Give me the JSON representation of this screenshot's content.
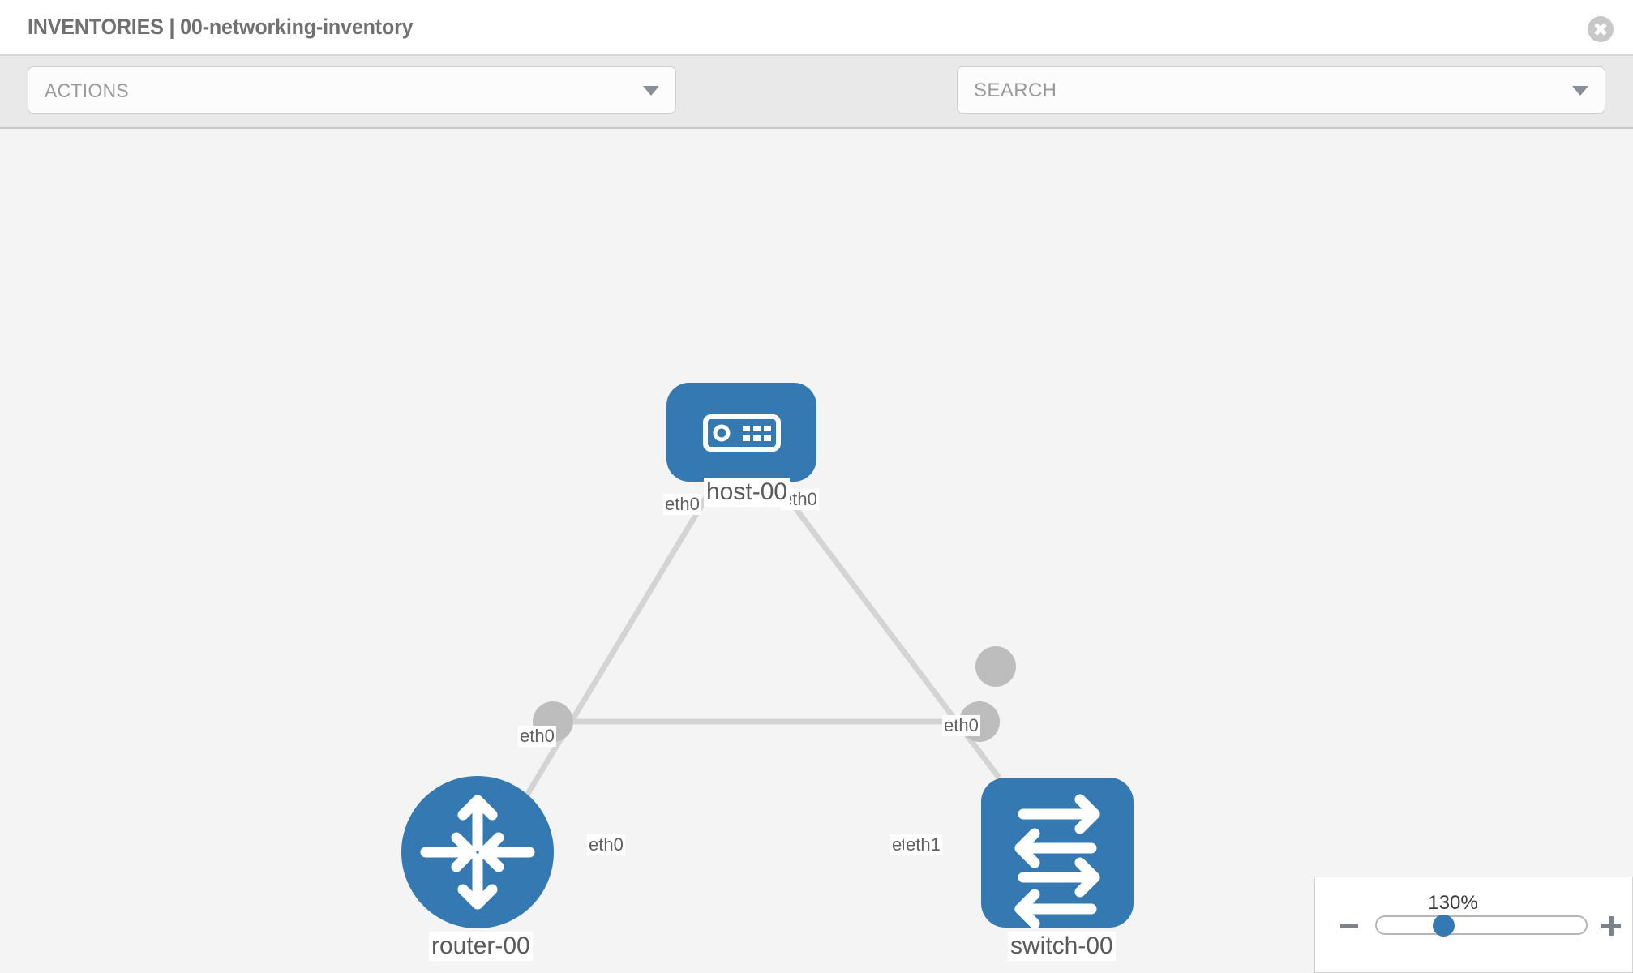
{
  "header": {
    "title": "INVENTORIES | 00-networking-inventory",
    "close_icon": "close-icon"
  },
  "toolbar": {
    "actions_label": "ACTIONS",
    "actions_caret_icon": "chevron-down-icon",
    "wrench_icon": "wrench-icon",
    "key_icon": "key-icon",
    "search_value": "",
    "search_placeholder": "SEARCH",
    "search_caret_icon": "chevron-down-icon"
  },
  "topology": {
    "accent_color": "#3479b2",
    "edge_color": "#d2d2d2",
    "port_color": "#bdbdbd",
    "canvas_color": "#f4f4f4",
    "nodes": [
      {
        "id": "host-00",
        "label": "host-00",
        "type": "host",
        "icon": "server-icon",
        "shape": "rounded-square"
      },
      {
        "id": "router-00",
        "label": "router-00",
        "type": "router",
        "icon": "router-arrows-icon",
        "shape": "circle"
      },
      {
        "id": "switch-00",
        "label": "switch-00",
        "type": "switch",
        "icon": "switch-arrows-icon",
        "shape": "rounded-square"
      }
    ],
    "links": [
      {
        "from": "host-00",
        "to": "router-00",
        "from_interface": "eth0",
        "to_interface": "eth0"
      },
      {
        "from": "host-00",
        "to": "switch-00",
        "from_interface": "eth0",
        "to_interface": "eth0"
      },
      {
        "from": "router-00",
        "to": "switch-00",
        "from_interface": "eth0",
        "to_interface": "eth1",
        "overlapped_label": "eth0"
      }
    ],
    "edge_labels": {
      "host_left": "eth0",
      "host_right": "eth0",
      "router_up": "eth0",
      "switch_up": "eth0",
      "router_right": "eth0",
      "switch_left_back": "eth0",
      "switch_left_front": "eth1"
    }
  },
  "zoom": {
    "percent": "130%",
    "minus_icon": "minus-icon",
    "plus_icon": "plus-icon",
    "slider_name": "zoom-slider"
  }
}
